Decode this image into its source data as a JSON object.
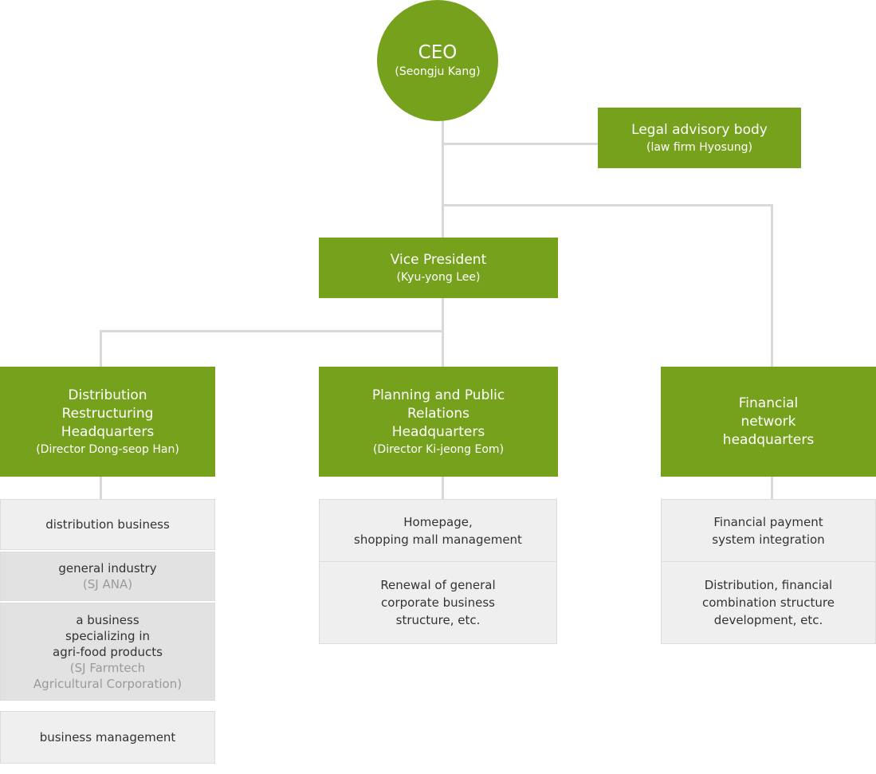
{
  "ceo": {
    "title": "CEO",
    "name": "(Seongju Kang)"
  },
  "legal": {
    "title": "Legal advisory body",
    "name": "(law firm Hyosung)"
  },
  "vp": {
    "title": "Vice President",
    "name": "(Kyu-yong Lee)"
  },
  "distribution_hq": {
    "title_lines": [
      "Distribution",
      "Restructuring",
      "Headquarters"
    ],
    "name": "(Director Dong-seop Han)",
    "items": [
      {
        "lines": [
          "distribution business"
        ],
        "note_lines": []
      },
      {
        "lines": [
          "general industry"
        ],
        "note_lines": [
          "(SJ ANA)"
        ]
      },
      {
        "lines": [
          "a business",
          "specializing in",
          "agri-food products"
        ],
        "note_lines": [
          "(SJ Farmtech",
          "Agricultural Corporation)"
        ]
      },
      {
        "lines": [
          "business management"
        ],
        "note_lines": []
      }
    ]
  },
  "planning_hq": {
    "title_lines": [
      "Planning and Public",
      "Relations",
      "Headquarters"
    ],
    "name": "(Director Ki-jeong Eom)",
    "items": [
      {
        "lines": [
          "Homepage,",
          "shopping mall management"
        ]
      },
      {
        "lines": [
          "Renewal of general",
          "corporate business",
          "structure, etc."
        ]
      }
    ]
  },
  "financial_hq": {
    "title_lines": [
      "Financial",
      "network",
      "headquarters"
    ],
    "items": [
      {
        "lines": [
          "Financial payment",
          "system integration"
        ]
      },
      {
        "lines": [
          "Distribution, financial",
          "combination structure",
          "development, etc."
        ]
      }
    ]
  }
}
